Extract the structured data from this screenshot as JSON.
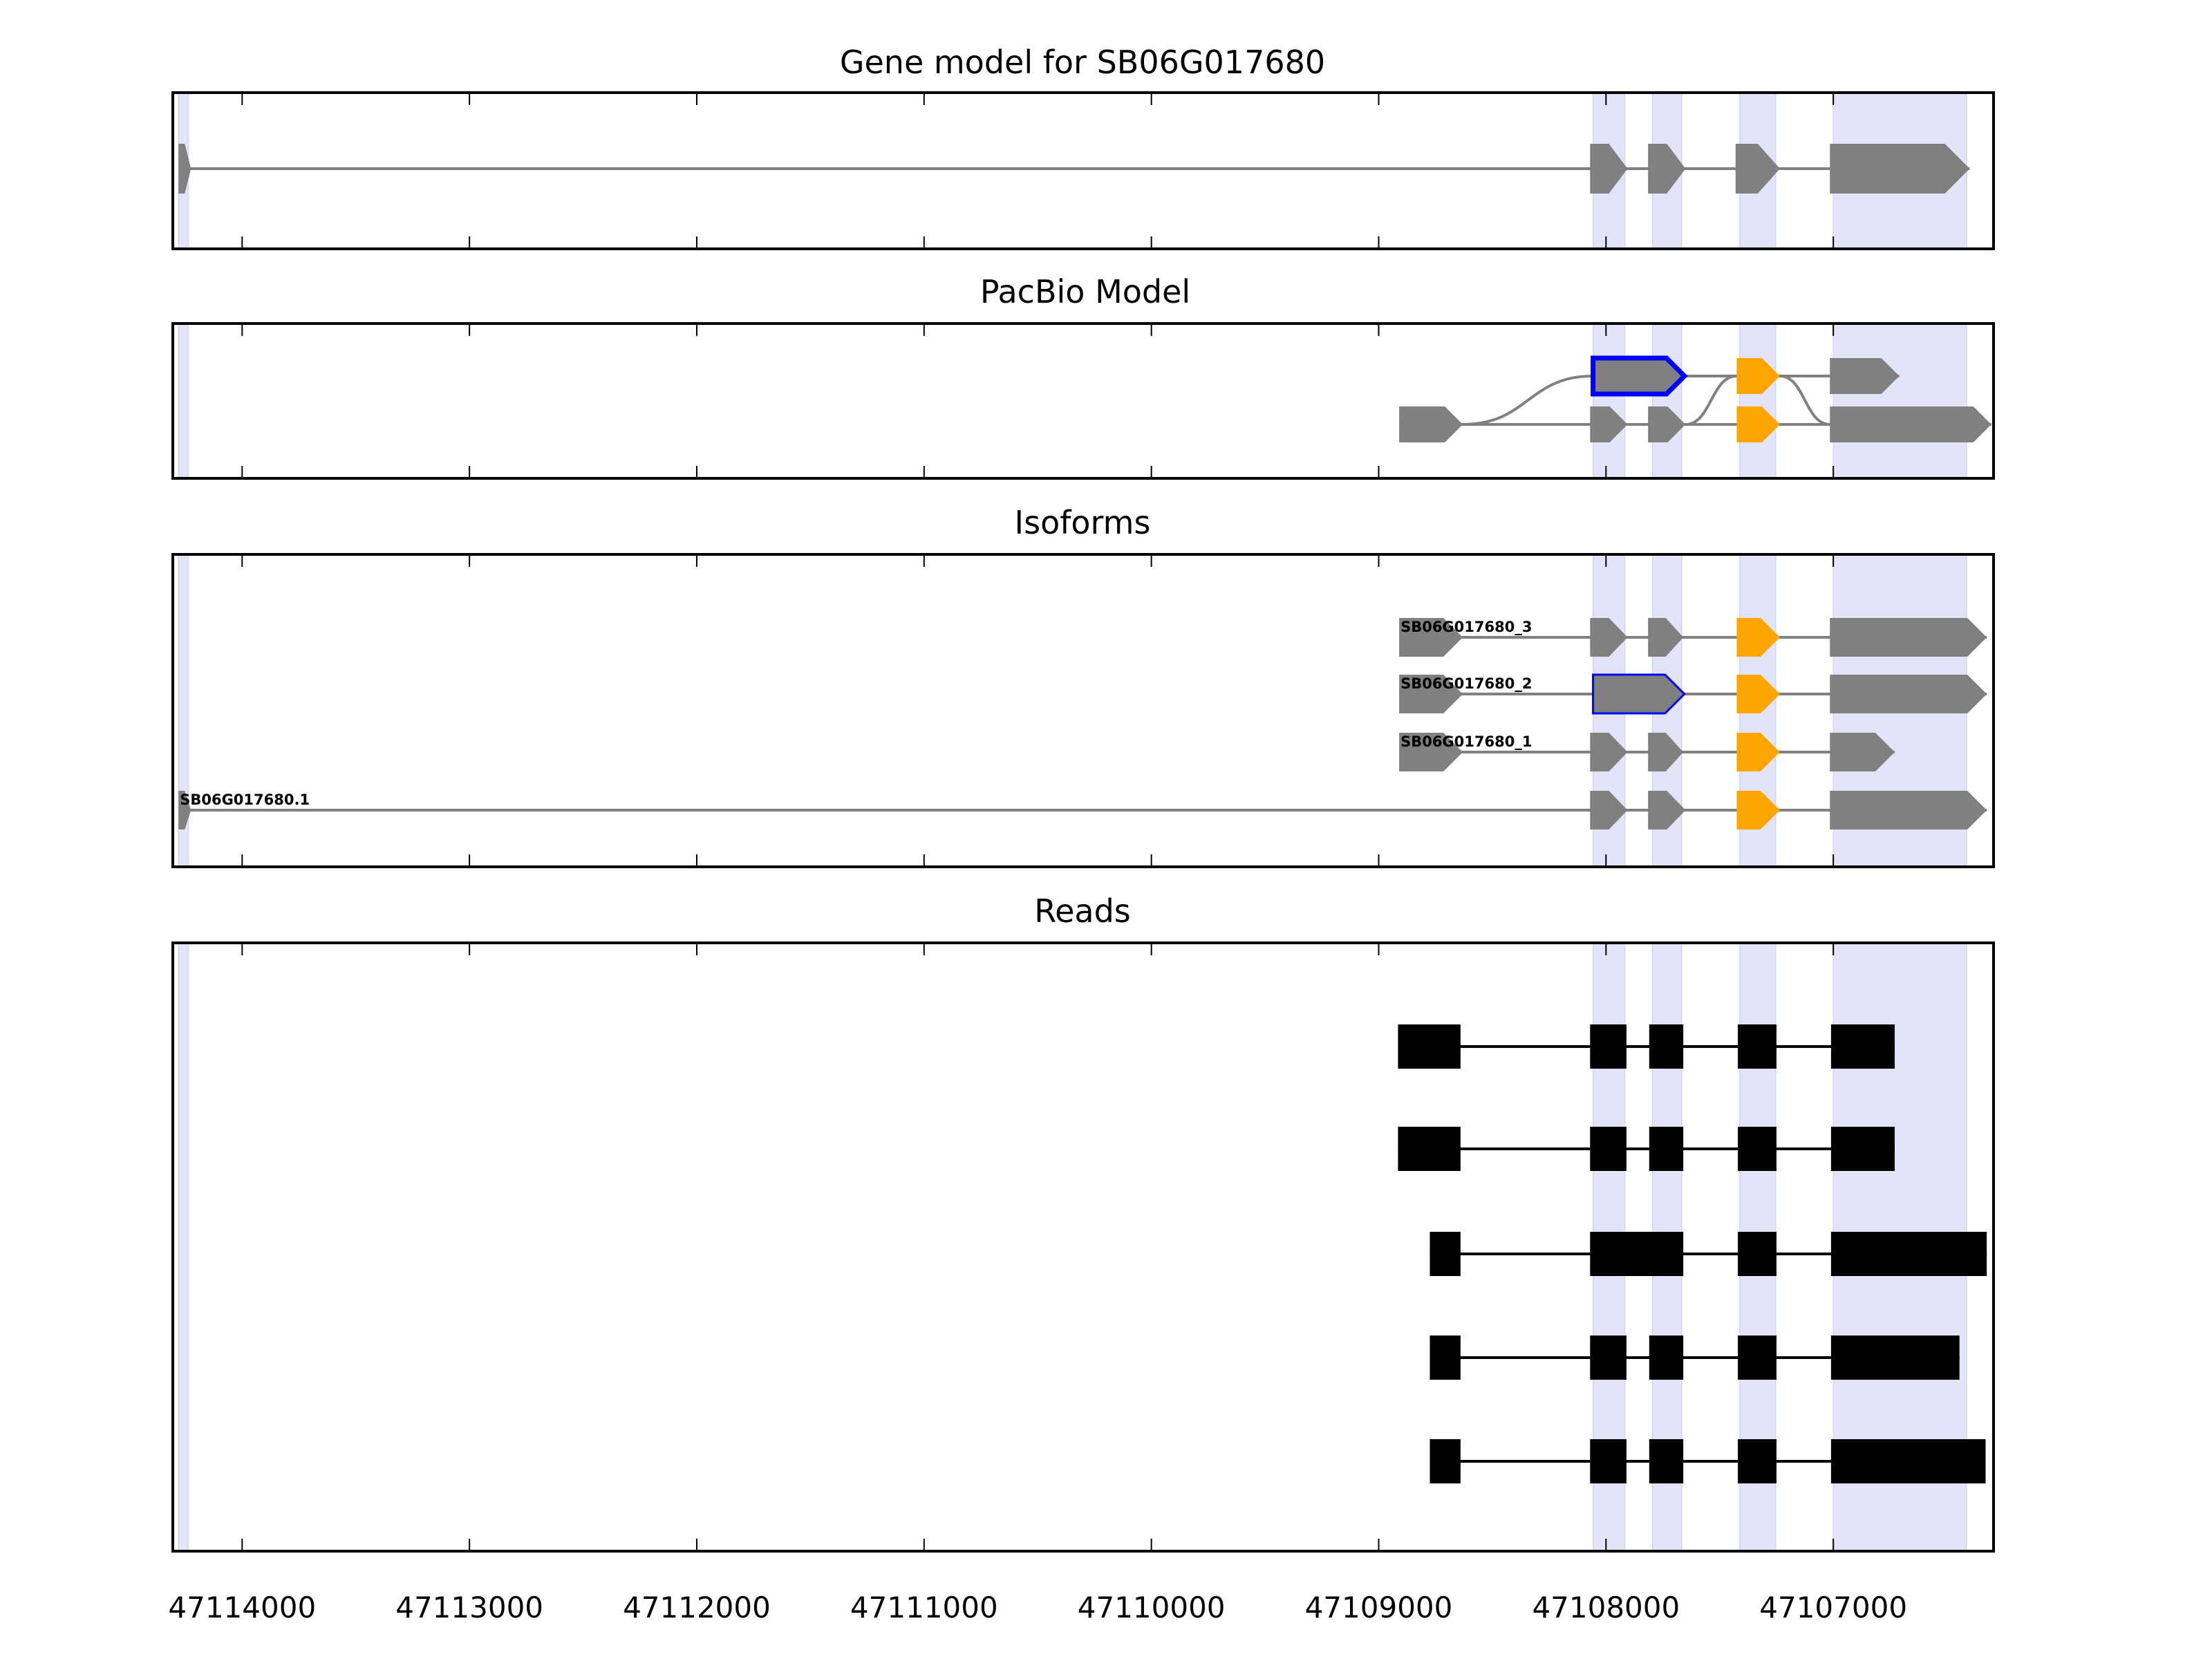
{
  "chart_data": {
    "type": "gene-track",
    "xlim": [
      47114305,
      47106295
    ],
    "x_ticks": [
      47114000,
      47113000,
      47112000,
      47111000,
      47110000,
      47109000,
      47108000,
      47107000
    ],
    "x_tick_labels": [
      "47114000",
      "47113000",
      "47112000",
      "47111000",
      "47110000",
      "47109000",
      "47108000",
      "47107000"
    ],
    "colors": {
      "exon": "#808080",
      "alt_exon": "#FFA500",
      "highlight_outline": "#0000FF",
      "shade": "#E3E3FA",
      "read": "#000000"
    },
    "shaded_regions": [
      [
        47114280,
        47114237
      ],
      [
        47108057,
        47107917
      ],
      [
        47107795,
        47107667
      ],
      [
        47107412,
        47107254
      ],
      [
        47107000,
        47106414
      ]
    ],
    "panels": [
      {
        "title": "Gene model for SB06G017680",
        "kind": "model",
        "rows": [
          {
            "exons": [
              [
                47114280,
                47114225,
                "gray"
              ],
              [
                47108070,
                47107905,
                "gray"
              ],
              [
                47107815,
                47107650,
                "gray"
              ],
              [
                47107430,
                47107235,
                "gray"
              ],
              [
                47107015,
                47106400,
                "gray"
              ]
            ]
          }
        ]
      },
      {
        "title": "PacBio Model",
        "kind": "pacbio",
        "rows": [
          {
            "exons": [
              [
                47108057,
                47107655,
                "blue"
              ],
              [
                47107425,
                47107235,
                "orange"
              ],
              [
                47107015,
                47106710,
                "gray"
              ]
            ]
          },
          {
            "exons": [
              [
                47108910,
                47108630,
                "gray"
              ],
              [
                47108070,
                47107905,
                "gray"
              ],
              [
                47107815,
                47107650,
                "gray"
              ],
              [
                47107425,
                47107235,
                "orange"
              ],
              [
                47107015,
                47106305,
                "gray"
              ]
            ]
          }
        ]
      },
      {
        "title": "Isoforms",
        "kind": "isoforms",
        "rows": [
          {
            "label": "SB06G017680_3",
            "exons": [
              [
                47108910,
                47108630,
                "gray"
              ],
              [
                47108070,
                47107905,
                "gray"
              ],
              [
                47107815,
                47107660,
                "gray"
              ],
              [
                47107425,
                47107235,
                "orange"
              ],
              [
                47107015,
                47106325,
                "gray"
              ]
            ]
          },
          {
            "label": "SB06G017680_2",
            "exons": [
              [
                47108910,
                47108630,
                "gray"
              ],
              [
                47108057,
                47107655,
                "blue"
              ],
              [
                47107425,
                47107235,
                "orange"
              ],
              [
                47107015,
                47106325,
                "gray"
              ]
            ]
          },
          {
            "label": "SB06G017680_1",
            "exons": [
              [
                47108910,
                47108630,
                "gray"
              ],
              [
                47108070,
                47107905,
                "gray"
              ],
              [
                47107815,
                47107660,
                "gray"
              ],
              [
                47107425,
                47107235,
                "orange"
              ],
              [
                47107015,
                47106730,
                "gray"
              ]
            ]
          },
          {
            "label": "SB06G017680.1",
            "exons": [
              [
                47114280,
                47114225,
                "gray"
              ],
              [
                47108070,
                47107905,
                "gray"
              ],
              [
                47107815,
                47107650,
                "gray"
              ],
              [
                47107425,
                47107235,
                "orange"
              ],
              [
                47107015,
                47106325,
                "gray"
              ]
            ]
          }
        ]
      },
      {
        "title": "Reads",
        "kind": "reads",
        "rows": [
          {
            "exons": [
              [
                47108915,
                47108640
              ],
              [
                47108070,
                47107910
              ],
              [
                47107810,
                47107660
              ],
              [
                47107420,
                47107250
              ],
              [
                47107010,
                47106730
              ]
            ]
          },
          {
            "exons": [
              [
                47108915,
                47108640
              ],
              [
                47108070,
                47107910
              ],
              [
                47107810,
                47107660
              ],
              [
                47107420,
                47107250
              ],
              [
                47107010,
                47106730
              ]
            ]
          },
          {
            "exons": [
              [
                47108775,
                47108640
              ],
              [
                47108070,
                47107660
              ],
              [
                47107420,
                47107250
              ],
              [
                47107010,
                47106325
              ]
            ]
          },
          {
            "exons": [
              [
                47108775,
                47108640
              ],
              [
                47108070,
                47107910
              ],
              [
                47107810,
                47107660
              ],
              [
                47107420,
                47107250
              ],
              [
                47107010,
                47106445
              ]
            ]
          },
          {
            "exons": [
              [
                47108775,
                47108640
              ],
              [
                47108070,
                47107910
              ],
              [
                47107810,
                47107660
              ],
              [
                47107420,
                47107250
              ],
              [
                47107010,
                47106330
              ]
            ]
          }
        ]
      }
    ]
  }
}
